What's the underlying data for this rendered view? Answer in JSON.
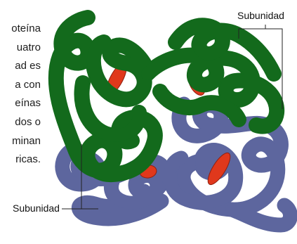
{
  "paragraph_fragment": [
    "oteína",
    "uatro",
    "ad es",
    "a con",
    "eínas",
    "dos o",
    "minan",
    "ricas."
  ],
  "labels": {
    "subunit_top": "Subunidad",
    "subunit_bottom": "Subunidad"
  },
  "colors": {
    "alpha_subunit": "#2f9a35",
    "alpha_outline": "#136a1c",
    "beta_subunit": "#a8b1dc",
    "beta_outline": "#5d669e",
    "heme": "#e0381c",
    "heme_outline": "#8f1f0f"
  }
}
